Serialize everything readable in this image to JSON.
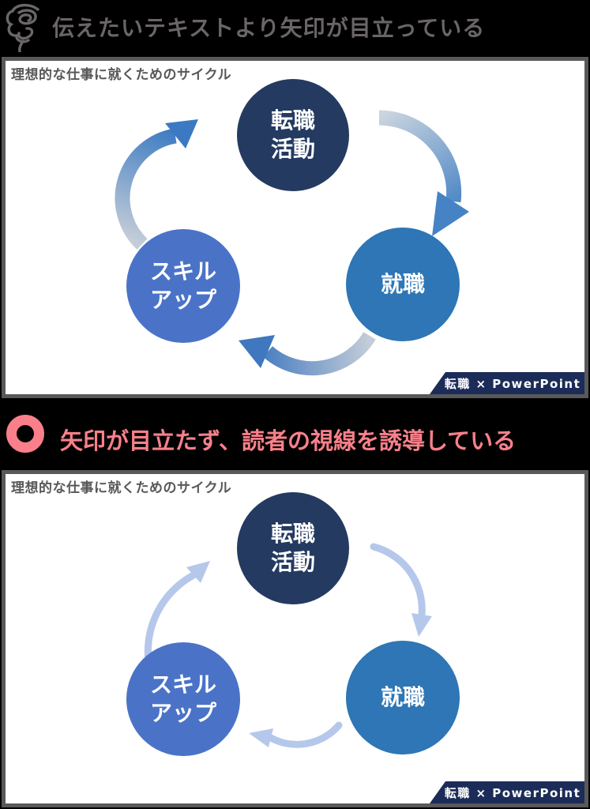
{
  "bad_example": {
    "header": {
      "icon": "scribble-confusion-icon",
      "label": "伝えたいテキストより矢印が目立っている",
      "text_color": "#6a6566"
    },
    "slide": {
      "title": "理想的な仕事に就くためのサイクル",
      "circles": [
        {
          "name": "job-change-activity",
          "lines": [
            "転職",
            "活動"
          ],
          "color": "#243a61"
        },
        {
          "name": "employment",
          "lines": [
            "就職"
          ],
          "color": "#2e76b5"
        },
        {
          "name": "skill-up",
          "lines": [
            "スキル",
            "アップ"
          ],
          "color": "#4a73c8"
        }
      ],
      "arrow_style": {
        "type": "thick-gradient",
        "tail_color": "#ccd5df",
        "head_color": "#3f7ec3"
      },
      "badge": {
        "label": "転職 × PowerPoint",
        "color": "#1c2c58"
      }
    }
  },
  "good_example": {
    "header": {
      "icon": "good-mark-circle",
      "label": "矢印が目立たず、読者の視線を誘導している",
      "text_color": "#f9808a"
    },
    "slide": {
      "title": "理想的な仕事に就くためのサイクル",
      "circles": [
        {
          "name": "job-change-activity",
          "lines": [
            "転職",
            "活動"
          ],
          "color": "#243a61"
        },
        {
          "name": "employment",
          "lines": [
            "就職"
          ],
          "color": "#2e76b5"
        },
        {
          "name": "skill-up",
          "lines": [
            "スキル",
            "アップ"
          ],
          "color": "#4a73c8"
        }
      ],
      "arrow_style": {
        "type": "thin-subtle",
        "color": "#b5c8eb"
      },
      "badge": {
        "label": "転職 × PowerPoint",
        "color": "#1c2c58"
      }
    }
  }
}
